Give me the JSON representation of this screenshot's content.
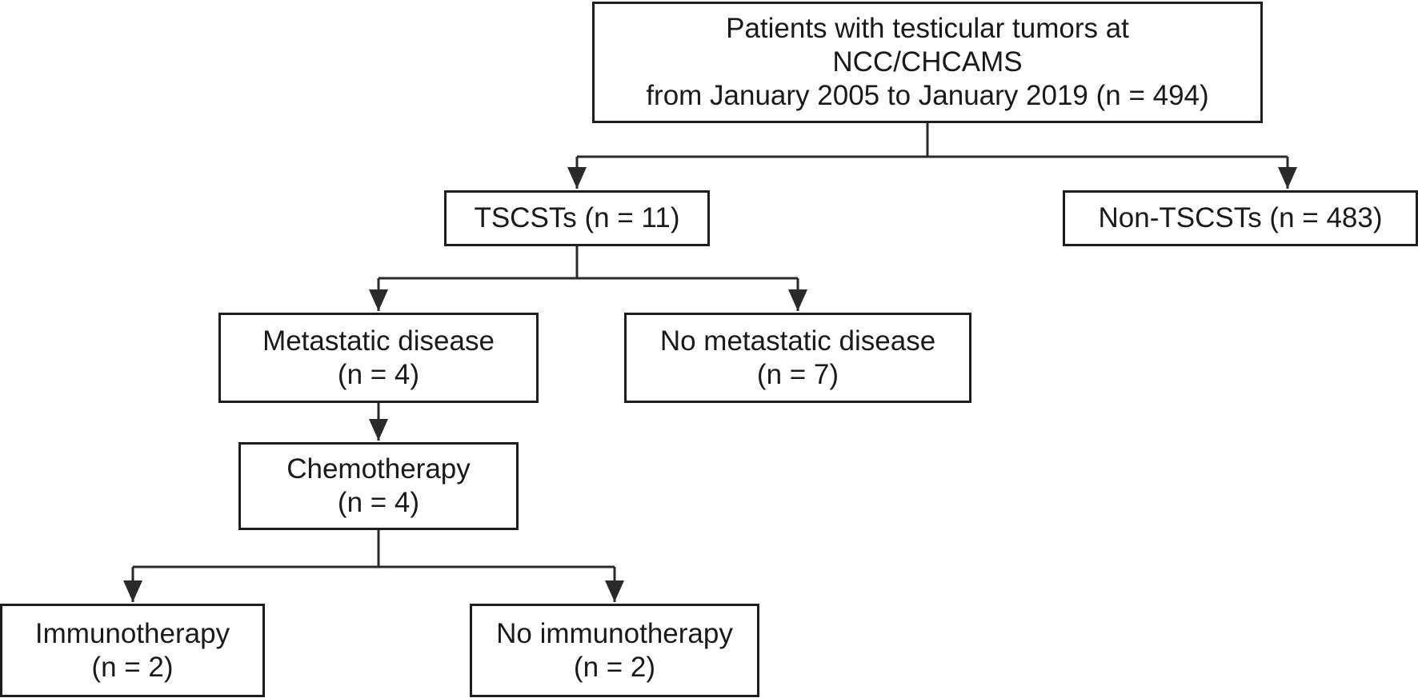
{
  "nodes": {
    "root": {
      "lines": [
        "Patients with testicular tumors at",
        "NCC/CHCAMS",
        "from January 2005 to January 2019 (n = 494)"
      ]
    },
    "tscsts": {
      "lines": [
        "TSCSTs (n = 11)"
      ]
    },
    "non_tscsts": {
      "lines": [
        "Non-TSCSTs (n = 483)"
      ]
    },
    "metastatic": {
      "lines": [
        "Metastatic disease",
        "(n = 4)"
      ]
    },
    "no_metastatic": {
      "lines": [
        "No metastatic disease",
        "(n = 7)"
      ]
    },
    "chemotherapy": {
      "lines": [
        "Chemotherapy",
        "(n = 4)"
      ]
    },
    "immunotherapy": {
      "lines": [
        "Immunotherapy",
        "(n = 2)"
      ]
    },
    "no_immunotherapy": {
      "lines": [
        "No immunotherapy",
        "(n = 2)"
      ]
    }
  },
  "edges": [
    {
      "from": "root",
      "to": "tscsts"
    },
    {
      "from": "root",
      "to": "non_tscsts"
    },
    {
      "from": "tscsts",
      "to": "metastatic"
    },
    {
      "from": "tscsts",
      "to": "no_metastatic"
    },
    {
      "from": "metastatic",
      "to": "chemotherapy"
    },
    {
      "from": "chemotherapy",
      "to": "immunotherapy"
    },
    {
      "from": "chemotherapy",
      "to": "no_immunotherapy"
    }
  ]
}
